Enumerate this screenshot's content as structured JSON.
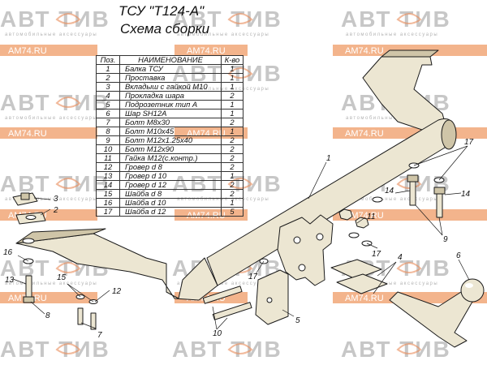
{
  "title": "ТСУ \"Т124-А\"",
  "subtitle": "Схема сборки",
  "table": {
    "headers": [
      "Поз.",
      "НАИМЕНОВАНИЕ",
      "К-во"
    ],
    "rows": [
      [
        "1",
        "Балка ТСУ",
        "1"
      ],
      [
        "2",
        "Проставка",
        "1"
      ],
      [
        "3",
        "Вкладыш с гайкой М10",
        "1"
      ],
      [
        "4",
        "Прокладка шара",
        "2"
      ],
      [
        "5",
        "Подрозетник тип А",
        "1"
      ],
      [
        "6",
        "Шар SH12A",
        "1"
      ],
      [
        "7",
        "Болт М8х30",
        "2"
      ],
      [
        "8",
        "Болт М10х45",
        "1"
      ],
      [
        "9",
        "Болт М12х1.25х40",
        "2"
      ],
      [
        "10",
        "Болт М12х90",
        "2"
      ],
      [
        "11",
        "Гайка М12(с.контр.)",
        "2"
      ],
      [
        "12",
        "Гровер d 8",
        "2"
      ],
      [
        "13",
        "Гровер d 10",
        "1"
      ],
      [
        "14",
        "Гровер d 12",
        "2"
      ],
      [
        "15",
        "Шайба d 8",
        "2"
      ],
      [
        "16",
        "Шайба d 10",
        "1"
      ],
      [
        "17",
        "Шайба d 12",
        "5"
      ]
    ]
  },
  "watermark": {
    "word": "АВТ   ТИВ",
    "sub": "автомобильные аксессуары",
    "tag": "AM74.RU"
  },
  "callouts": [
    "1",
    "2",
    "3",
    "4",
    "5",
    "6",
    "7",
    "8",
    "9",
    "10",
    "11",
    "12",
    "13",
    "14",
    "15",
    "16",
    "17"
  ],
  "colors": {
    "part_fill": "#ece6d2",
    "part_shade": "#cfc5a8",
    "line": "#1a1a1a",
    "watermark_gray": "#c7c7c7",
    "watermark_orange": "#f3b48c"
  }
}
